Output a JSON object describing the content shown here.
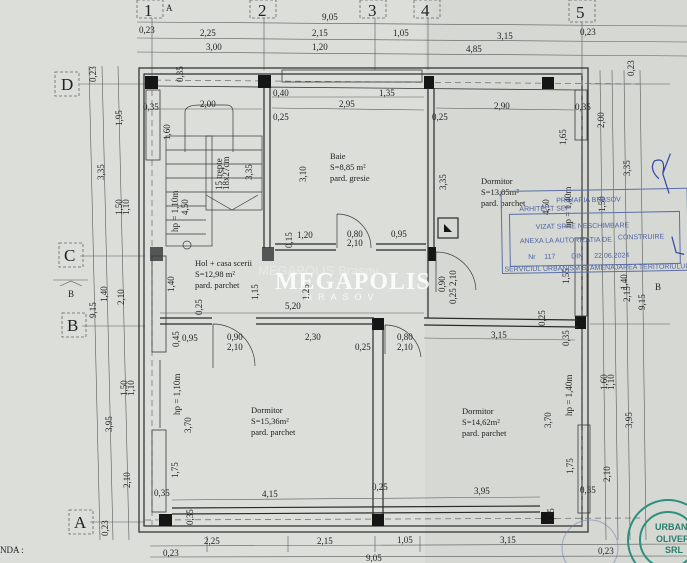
{
  "axes": {
    "columns": [
      "1",
      "2",
      "3",
      "4",
      "5"
    ],
    "column_a_marker": "A",
    "rows": [
      "D",
      "C",
      "B",
      "A"
    ],
    "section_marker": "B"
  },
  "top_dims": {
    "total": "9,05",
    "offset_left": "0,23",
    "offset_right": "0,23",
    "row1": [
      "2,25",
      "2,15",
      "1,05",
      "3,15"
    ],
    "row2": [
      "3,00",
      "1,20",
      "4,85"
    ]
  },
  "bottom_dims": {
    "total": "9,05",
    "offset_left": "0,23",
    "offset_right": "0,23",
    "row1": [
      "2,25",
      "2,15",
      "1,05",
      "3,15"
    ]
  },
  "left_dims": {
    "total": "9,15",
    "top_offset": "0,23",
    "bottom_offset": "0,23",
    "outer": [
      "3,35",
      "1,40",
      "3,95"
    ],
    "inner": [
      "1,95",
      "1,50",
      "1,10",
      "2,10",
      "1,50",
      "1,10",
      "2,10"
    ]
  },
  "right_dims": {
    "total": "9,15",
    "top_offset": "0,23",
    "outer": [
      "3,35",
      "1,40",
      "3,95"
    ],
    "inner": [
      "2,00",
      "1,50",
      "2,15",
      "1,60",
      "1,10",
      "2,10"
    ]
  },
  "rooms": [
    {
      "name": "Baie",
      "area": "S=8,85 m²",
      "floor": "pard. gresie"
    },
    {
      "name": "Dormitor",
      "area": "S=13,05m²",
      "floor": "pard. parchet"
    },
    {
      "name": "Hol + casa scerii",
      "area": "S=12,98 m²",
      "floor": "pard. parchet"
    },
    {
      "name": "Dormitor",
      "area": "S=15,36m²",
      "floor": "pard. parchet"
    },
    {
      "name": "Dormitor",
      "area": "S=14,62m²",
      "floor": "pard. parchet"
    }
  ],
  "stairs": {
    "steps": "15 trepte",
    "size": "18x27cm",
    "length": "3,35",
    "run": "4,50",
    "rail": "hp = 1,10m"
  },
  "interior_dims": {
    "d_035a": "0,35",
    "d_035b": "0,35",
    "d_200": "2,00",
    "d_040": "0,40",
    "d_295": "2,95",
    "d_135": "1,35",
    "d_290": "2,90",
    "d_035c": "0,35",
    "d_025a": "0,25",
    "d_025b": "0,25",
    "d_160": "1,60",
    "d_310": "3,10",
    "d_335": "3,35",
    "d_165": "1,65",
    "d_200r": "2,00",
    "d_335r": "3,35",
    "d_015": "0,15",
    "d_120": "1,20",
    "door1_w": "0,80",
    "door1_h": "2,10",
    "d_095": "0,95",
    "d_140": "1,40",
    "d_115": "1,15",
    "d_125": "1,25",
    "d_520": "5,20",
    "d_090v": "0,90",
    "d_025v": "0,25",
    "d_210v": "2,10",
    "d_450": "4,50",
    "hp_140a": "hp = 1,40m",
    "d_150": "1,50",
    "d_155": "1,55",
    "d_025c": "0,25",
    "d_045": "0,45",
    "d_095b": "0,95",
    "door2_w": "0,90",
    "door2_h": "2,10",
    "d_230": "2,30",
    "d_025d": "0,25",
    "door3_w": "0,80",
    "door3_h": "2,10",
    "d_315": "3,15",
    "d_025e": "0,25",
    "d_035d": "0,35",
    "hp_110": "hp = 1,10m",
    "d_370a": "3,70",
    "d_175a": "1,75",
    "d_370b": "3,70",
    "hp_140b": "hp = 1,40m",
    "d_175b": "1,75",
    "d_415": "4,15",
    "d_025f": "0,25",
    "d_395": "3,95",
    "d_035e": "0,35",
    "d_035f": "0,35",
    "d_035g": "0,35",
    "d_035h": "0,35"
  },
  "watermark": {
    "brand": "MEGAPOLIS",
    "city": "BRASOV",
    "ghost": "MEGAPOLIS Brasov"
  },
  "stamp": {
    "line1": "PRIMARIA BRASOV",
    "line2": "ARHITECT SEF",
    "title": "VIZAT SPRE NESCHIMBARE",
    "line3": "ANEXA LA AUTORIZATIA DE",
    "line3_val": "CONSTRUIRE",
    "nr_label": "Nr",
    "nr": "117",
    "date_label": "DIN",
    "date": "22.06.2024",
    "footer": "SERVICIUL URBANISM SI AMENAJAREA TERITORIULUI"
  },
  "round_stamp": {
    "text1": "URBAN",
    "text2": "OLIVER",
    "text3": "SRL"
  },
  "legend_label": "NDA :"
}
